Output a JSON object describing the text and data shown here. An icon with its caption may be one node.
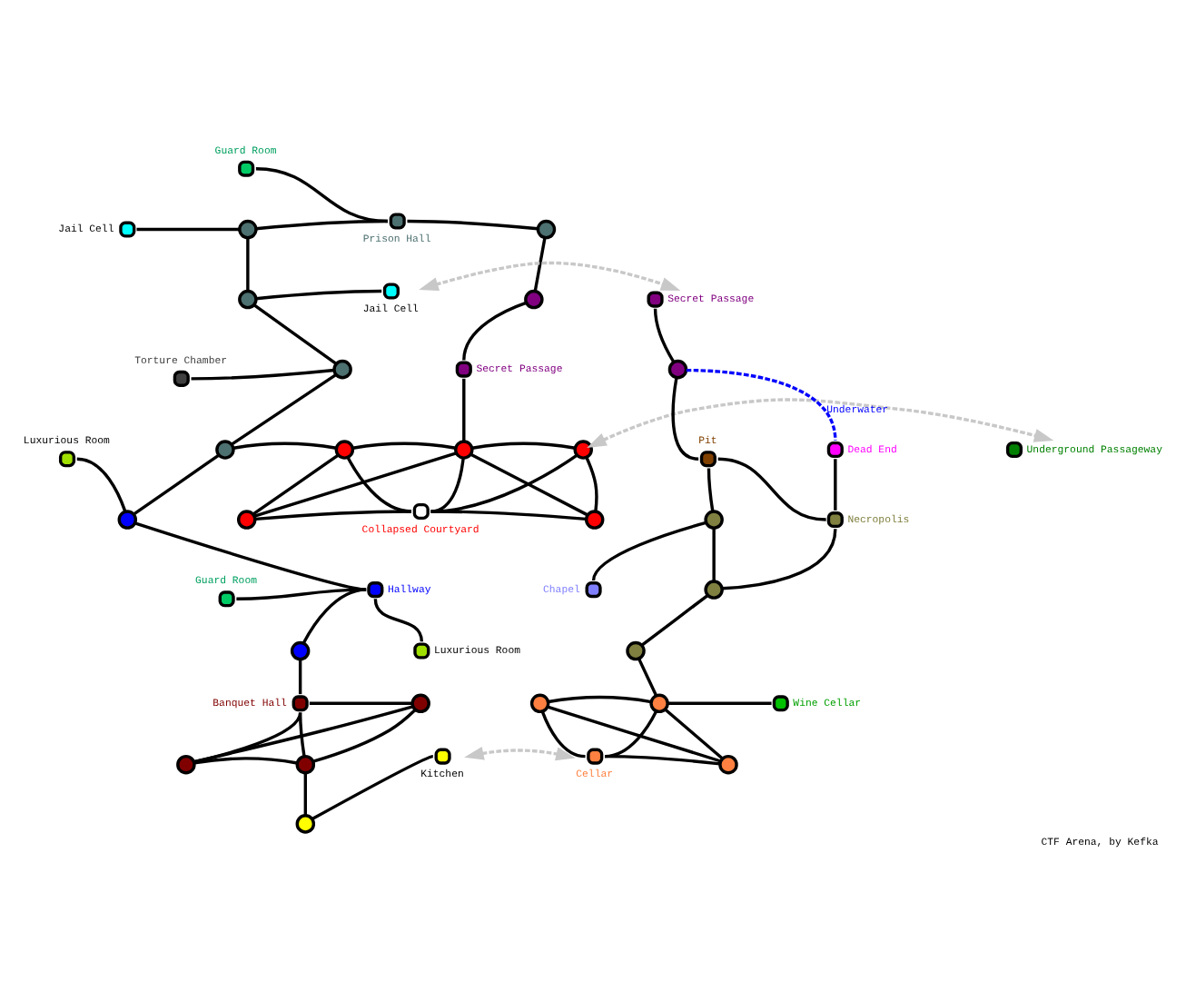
{
  "diagram": {
    "caption": "CTF Arena, by Kefka",
    "nodes": [
      {
        "text": [],
        "shape": "circle",
        "beside": [
          "Guard Room"
        ]
      },
      {
        "text": [],
        "shape": "circle",
        "beside": [
          "Jail Cell"
        ]
      },
      {
        "text": [],
        "shape": "circle"
      },
      {
        "text": [],
        "shape": "circle",
        "beside": [
          "Prison Hall"
        ]
      },
      {
        "text": [],
        "shape": "circle"
      },
      {
        "text": [],
        "shape": "circle"
      },
      {
        "text": [],
        "shape": "circle",
        "beside": [
          "Jail Cell"
        ]
      },
      {
        "text": [],
        "shape": "circle"
      },
      {
        "text": [],
        "shape": "circle",
        "beside": [
          "Torture Chamber"
        ]
      },
      {
        "text": [],
        "shape": "circle"
      },
      {
        "text": [],
        "shape": "circle",
        "beside": [
          "Secret Passage"
        ]
      },
      {
        "text": [],
        "shape": "circle",
        "beside": [
          "Luxurious Room"
        ]
      },
      {
        "text": [],
        "shape": "circle"
      },
      {
        "text": [],
        "shape": "circle"
      },
      {
        "text": [],
        "shape": "circle"
      },
      {
        "text": [],
        "shape": "circle"
      },
      {
        "text": [],
        "shape": "circle"
      },
      {
        "text": [],
        "shape": "circle"
      },
      {
        "text": [],
        "shape": "circle",
        "beside": [
          "Collapsed Courtyard"
        ]
      },
      {
        "text": [],
        "shape": "circle"
      },
      {
        "text": [],
        "shape": "circle",
        "beside": [
          "Guard Room"
        ]
      },
      {
        "text": [],
        "shape": "circle",
        "beside": [
          "Hallway"
        ]
      },
      {
        "text": [],
        "shape": "circle",
        "beside": [
          "Luxurious Room"
        ]
      },
      {
        "text": [],
        "shape": "circle"
      },
      {
        "text": [],
        "shape": "circle",
        "beside": [
          "Banquet Hall"
        ]
      },
      {
        "text": [],
        "shape": "circle"
      },
      {
        "text": [],
        "shape": "circle"
      },
      {
        "text": [],
        "shape": "circle"
      },
      {
        "text": [],
        "shape": "circle",
        "beside": [
          "Kitchen"
        ]
      },
      {
        "text": [],
        "shape": "circle"
      },
      {
        "text": [],
        "shape": "circle",
        "beside": [
          "Secret Passage"
        ]
      },
      {
        "text": [],
        "shape": "circle"
      },
      {
        "text": [],
        "shape": "circle",
        "beside": [
          "Pit"
        ]
      },
      {
        "text": [],
        "shape": "circle",
        "beside": [
          "Dead End"
        ]
      },
      {
        "text": [],
        "shape": "circle",
        "beside": [
          "Underground Passageway"
        ]
      },
      {
        "text": [],
        "shape": "circle"
      },
      {
        "text": [],
        "shape": "circle",
        "beside": [
          "Necropolis"
        ]
      },
      {
        "text": [],
        "shape": "circle",
        "beside": [
          "Chapel"
        ]
      },
      {
        "text": [],
        "shape": "circle"
      },
      {
        "text": [],
        "shape": "circle"
      },
      {
        "text": [],
        "shape": "circle"
      },
      {
        "text": [],
        "shape": "circle"
      },
      {
        "text": [],
        "shape": "circle",
        "beside": [
          "Wine Cellar"
        ]
      },
      {
        "text": [],
        "shape": "circle",
        "beside": [
          "Cellar"
        ]
      },
      {
        "text": [],
        "shape": "circle"
      }
    ],
    "edges": [
      {
        "from": 0,
        "to": 3,
        "arrow": "none"
      },
      {
        "from": 1,
        "to": 2,
        "arrow": "none"
      },
      {
        "from": 2,
        "to": 3,
        "arrow": "none"
      },
      {
        "from": 3,
        "to": 4,
        "arrow": "none"
      },
      {
        "from": 2,
        "to": 5,
        "arrow": "none"
      },
      {
        "from": 4,
        "to": 7,
        "arrow": "none"
      },
      {
        "from": 5,
        "to": 6,
        "arrow": "none"
      },
      {
        "from": 5,
        "to": 9,
        "arrow": "none"
      },
      {
        "from": 8,
        "to": 9,
        "arrow": "none"
      },
      {
        "from": 9,
        "to": 12,
        "arrow": "none"
      },
      {
        "from": 7,
        "to": 10,
        "arrow": "none"
      },
      {
        "from": 10,
        "to": 14,
        "arrow": "none"
      },
      {
        "from": 12,
        "to": 13,
        "arrow": "none"
      },
      {
        "from": 13,
        "to": 14,
        "arrow": "none"
      },
      {
        "from": 14,
        "to": 15,
        "arrow": "none"
      },
      {
        "from": 13,
        "to": 17,
        "arrow": "none"
      },
      {
        "from": 14,
        "to": 18,
        "arrow": "none"
      },
      {
        "from": 15,
        "to": 19,
        "arrow": "none"
      },
      {
        "from": 17,
        "to": 18,
        "arrow": "none"
      },
      {
        "from": 18,
        "to": 19,
        "arrow": "none"
      },
      {
        "from": 13,
        "to": 18,
        "arrow": "none"
      },
      {
        "from": 14,
        "to": 17,
        "arrow": "none"
      },
      {
        "from": 14,
        "to": 19,
        "arrow": "none"
      },
      {
        "from": 15,
        "to": 18,
        "arrow": "none"
      },
      {
        "from": 12,
        "to": 16,
        "arrow": "none"
      },
      {
        "from": 11,
        "to": 16,
        "arrow": "none"
      },
      {
        "from": 16,
        "to": 21,
        "arrow": "none"
      },
      {
        "from": 20,
        "to": 21,
        "arrow": "none"
      },
      {
        "from": 21,
        "to": 22,
        "arrow": "none"
      },
      {
        "from": 21,
        "to": 23,
        "arrow": "none"
      },
      {
        "from": 23,
        "to": 24,
        "arrow": "none"
      },
      {
        "from": 24,
        "to": 25,
        "arrow": "none"
      },
      {
        "from": 24,
        "to": 26,
        "arrow": "none"
      },
      {
        "from": 25,
        "to": 27,
        "arrow": "none"
      },
      {
        "from": 26,
        "to": 27,
        "arrow": "none"
      },
      {
        "from": 24,
        "to": 27,
        "arrow": "none"
      },
      {
        "from": 25,
        "to": 26,
        "arrow": "none"
      },
      {
        "from": 27,
        "to": 29,
        "arrow": "none"
      },
      {
        "from": 28,
        "to": 29,
        "arrow": "none"
      },
      {
        "from": 6,
        "to": 30,
        "arrow": "both",
        "style": "dashed",
        "color": "#c8c8c8"
      },
      {
        "from": 15,
        "to": 34,
        "arrow": "both",
        "style": "dashed",
        "color": "#c8c8c8"
      },
      {
        "from": 28,
        "to": 43,
        "arrow": "both",
        "style": "dashed",
        "color": "#c8c8c8"
      },
      {
        "from": 30,
        "to": 31,
        "arrow": "none"
      },
      {
        "from": 31,
        "to": 32,
        "arrow": "none"
      },
      {
        "from": 31,
        "to": 33,
        "arrow": "none",
        "label": "Underwater",
        "style": "dashed",
        "color": "#0000ff"
      },
      {
        "from": 32,
        "to": 35,
        "arrow": "none"
      },
      {
        "from": 32,
        "to": 36,
        "arrow": "none"
      },
      {
        "from": 33,
        "to": 36,
        "arrow": "none"
      },
      {
        "from": 35,
        "to": 37,
        "arrow": "none"
      },
      {
        "from": 35,
        "to": 38,
        "arrow": "none"
      },
      {
        "from": 36,
        "to": 38,
        "arrow": "none"
      },
      {
        "from": 38,
        "to": 39,
        "arrow": "none"
      },
      {
        "from": 39,
        "to": 41,
        "arrow": "none"
      },
      {
        "from": 40,
        "to": 41,
        "arrow": "none"
      },
      {
        "from": 41,
        "to": 42,
        "arrow": "none"
      },
      {
        "from": 40,
        "to": 43,
        "arrow": "none"
      },
      {
        "from": 41,
        "to": 44,
        "arrow": "none"
      },
      {
        "from": 43,
        "to": 44,
        "arrow": "none"
      },
      {
        "from": 40,
        "to": 44,
        "arrow": "none"
      },
      {
        "from": 41,
        "to": 43,
        "arrow": "none"
      }
    ]
  }
}
